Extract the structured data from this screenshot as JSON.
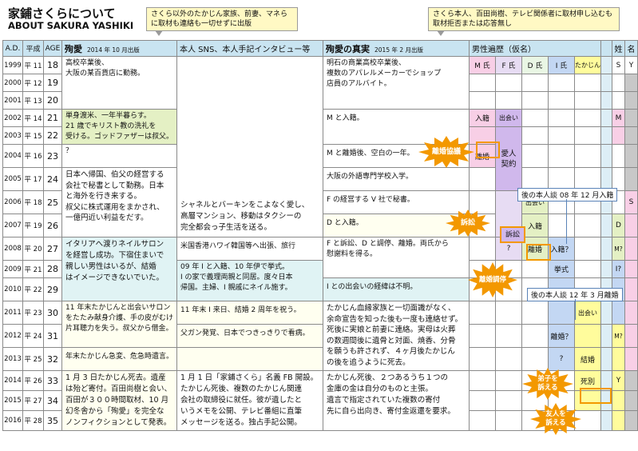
{
  "title_jp": "家鋪さくらについて",
  "title_en": "ABOUT SAKURA YASHIKI",
  "note1": "さくら以外のたかじん家族、前妻、マネらに取材も連絡も一切せずに出版",
  "note2": "さくら本人、百田尚樹、テレビ関係者に取材申し込むも取材拒否または応答無し",
  "headers": {
    "ad": "A.D.",
    "heisei": "平成",
    "age": "AGE",
    "junai": "殉愛",
    "junai_sub": "2014 年 10 月出版",
    "sns": "本人 SNS、本人手記インタビュー等",
    "shinjitsu": "殉愛の真実",
    "shinjitsu_sub": "2015 年 2 月出版",
    "men": "男性遍歴（仮名）",
    "sei": "姓",
    "mei": "名"
  },
  "men_names": [
    "M 氏",
    "F 氏",
    "D 氏",
    "I 氏",
    "たかじん"
  ],
  "sei_s": "S",
  "mei_y": "Y",
  "years": [
    {
      "ad": "1999",
      "h": "平 11",
      "age": "18"
    },
    {
      "ad": "2000",
      "h": "平 12",
      "age": "19"
    },
    {
      "ad": "2001",
      "h": "平 13",
      "age": "20"
    },
    {
      "ad": "2002",
      "h": "平 14",
      "age": "21"
    },
    {
      "ad": "2003",
      "h": "平 15",
      "age": "22"
    },
    {
      "ad": "2004",
      "h": "平 16",
      "age": "23"
    },
    {
      "ad": "2005",
      "h": "平 17",
      "age": "24"
    },
    {
      "ad": "2006",
      "h": "平 18",
      "age": "25"
    },
    {
      "ad": "2007",
      "h": "平 19",
      "age": "26"
    },
    {
      "ad": "2008",
      "h": "平 20",
      "age": "27"
    },
    {
      "ad": "2009",
      "h": "平 21",
      "age": "28"
    },
    {
      "ad": "2010",
      "h": "平 22",
      "age": "29"
    },
    {
      "ad": "2011",
      "h": "平 23",
      "age": "30"
    },
    {
      "ad": "2012",
      "h": "平 24",
      "age": "31"
    },
    {
      "ad": "2013",
      "h": "平 25",
      "age": "32"
    },
    {
      "ad": "2014",
      "h": "平 26",
      "age": "33"
    },
    {
      "ad": "2015",
      "h": "平 27",
      "age": "34"
    },
    {
      "ad": "2016",
      "h": "平 28",
      "age": "35"
    }
  ],
  "junai": {
    "b1": "高校卒業後、\n大阪の某百貨店に勤務。",
    "b2": "単身渡米、一年半暮らす。\n21 歳でキリスト教の洗礼を\n受ける。ゴッドファザーは叔父。",
    "b3": "？",
    "b4": "日本へ帰国、伯父の経営する\n会社で秘書として勤務。日本\nと海外を行き来する。\n叔父に株式運用をまかされ、\n一億円近い利益をだす。",
    "b5": "イタリアへ渡りネイルサロン\nを経営し成功。下宿住まいで\n親しい男性はいるが、結婚\nはイメージできないでいた。",
    "b6": "11 年末たかじんと出会いサロン\nをたたみ献身介護、手の皮がむけ\n片耳聴力を失う。叔父から借金。",
    "b7": "年末たかじん急変、危急時遺言。",
    "b8": "1 月 3 日たかじん死去。遺産\nは殆ど寄付。百田尚樹と会い、\n百田が３００時間取材、10 月\n幻冬舎から「殉愛」を完全な\nノンフィクションとして発表。"
  },
  "sns": {
    "b1": "シャネルとバーキンをこよなく愛し、\n高層マンション、移動はタクシーの\n完全都会っ子生活を送る。",
    "b2": "米国香港ハワイ韓国等へ出張、旅行",
    "b3": "09 年 I と入籍、10 年伊で挙式。\nI の家で義理両親と同居。度々日本\n帰国。主婦、I 親戚にネイル施す。",
    "b4": "11 年末 I 来日、結婚 2 周年を祝う。",
    "b5": "父ガン発覚、日本でつきっきりで看病。",
    "b6": "1 月 1 日「家鋪さくら」名義 FB 開設。\nたかじん死後、複数のたかじん関連\n会社の取締役に就任。彼が遺したと\nいうメモを公開、テレビ番組に直筆\nメッセージを送る。独占手記公開。"
  },
  "shinjitsu": {
    "b1": "明石の商業高校卒業後、\n複数のアパレルメーカーでショップ\n店員のアルバイト。",
    "b2": "M と入籍。",
    "b3": "M と離婚後、空白の一年。",
    "b4": "大阪の外語専門学校入学。",
    "b5": "F の経営する V 社で秘書。",
    "b6": "D と入籍。",
    "b7": "F と訴訟、D と調停、離婚。両氏から\n慰謝料を得る。",
    "b8": "I との出会いの経緯は不明。",
    "b9": "たかじん血縁家族と一切面識がなく、\n余命宣告を知った後も一度も連絡せず。\n死後に実娘と前妻に連絡。実母は火葬\nの数週間後に遺骨と対面、焼香、分骨\nを願うも許されず、４ヶ月後たかじん\nの後を追うように死去。",
    "b10": "たかじん死後、２つあるうち１つの\n金庫の金は自分のものと主張。\n遺言で指定されていた複数の寄付\n先に自ら出向き、寄付金返還を要求。"
  },
  "cells": {
    "m_nyuseki": "入籍",
    "m_rikon": "離婚",
    "f_deai": "出会い",
    "f_aijin": "愛人\n契約",
    "f_sosho": "訴訟",
    "d_deai": "出会い",
    "d_nyuseki": "入籍",
    "d_rikon": "離婚",
    "q1": "?",
    "i_nyuseki": "入籍？",
    "i_kyoshiki": "挙式",
    "i_rikon": "離婚？",
    "q2": "?",
    "t_deai": "出会い",
    "t_kekkon": "結婚",
    "t_shibetsu": "死別",
    "s_m": "M",
    "s_s": "S",
    "s_d": "D",
    "s_m2": "M?",
    "s_i": "I?",
    "s_m3": "M?",
    "s_y": "Y"
  },
  "callouts": {
    "rikon_kyogi": "離婚協議",
    "sosho": "訴訟",
    "rikon_chotei": "離婚調停",
    "deshi": "弟子を\n訴える",
    "yujin": "友人を\n訴える"
  },
  "labels": {
    "l1": "後の本人談 08 年 12 月入籍",
    "l2": "後の本人談 12 年 3 月離婚"
  },
  "colors": {
    "orange": "#f39800",
    "header_blue": "#c9e4f1"
  }
}
